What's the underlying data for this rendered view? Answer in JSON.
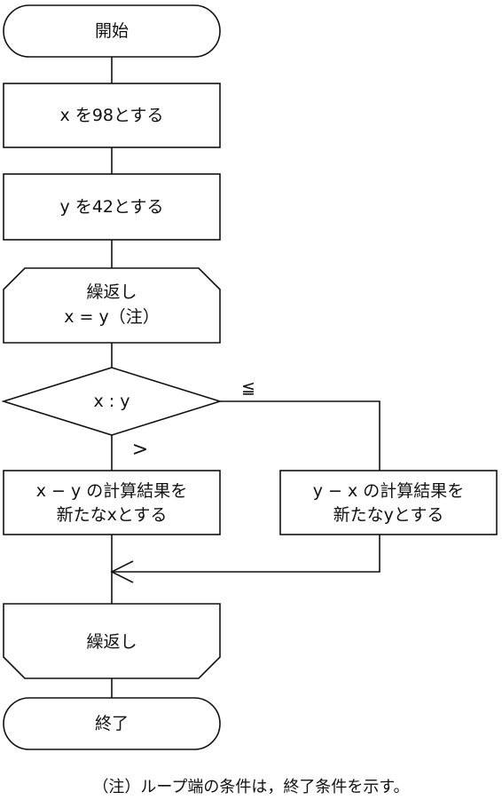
{
  "flowchart": {
    "start": "開始",
    "assign_x": "x を98とする",
    "assign_y": "y を42とする",
    "loop_start": {
      "line1": "繰返し",
      "line2": "x = y（注）"
    },
    "decision": "x : y",
    "branch_gt_label": ">",
    "branch_le_label": "≦",
    "process_left": {
      "line1": "x − y の計算結果を",
      "line2": "新たなxとする"
    },
    "process_right": {
      "line1": "y − x の計算結果を",
      "line2": "新たなyとする"
    },
    "loop_end": "繰返し",
    "end": "終了"
  },
  "note": "（注）ループ端の条件は，終了条件を示す。"
}
